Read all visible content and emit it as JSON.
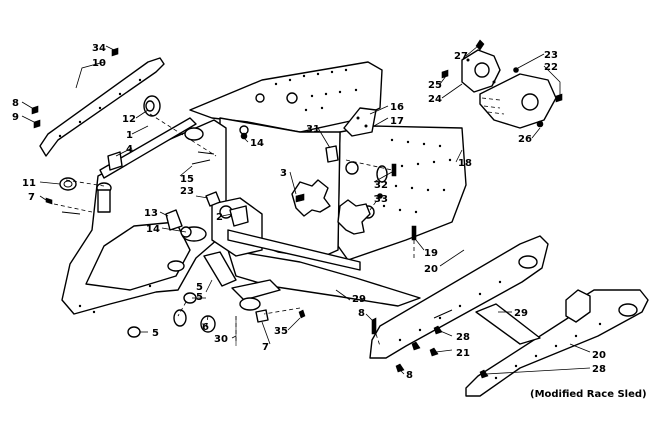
{
  "diagram": {
    "caption": "(Modified Race Sled)",
    "callouts": [
      "34",
      "10",
      "8",
      "9",
      "12",
      "1",
      "4",
      "14",
      "11",
      "7",
      "3",
      "13",
      "23",
      "15",
      "2",
      "14",
      "5",
      "6",
      "30",
      "35",
      "7",
      "5",
      "29",
      "8",
      "21",
      "28",
      "8",
      "19",
      "20",
      "29",
      "20",
      "28",
      "27",
      "25",
      "24",
      "23",
      "22",
      "26",
      "16",
      "17",
      "31",
      "18",
      "32",
      "33",
      "5"
    ]
  }
}
